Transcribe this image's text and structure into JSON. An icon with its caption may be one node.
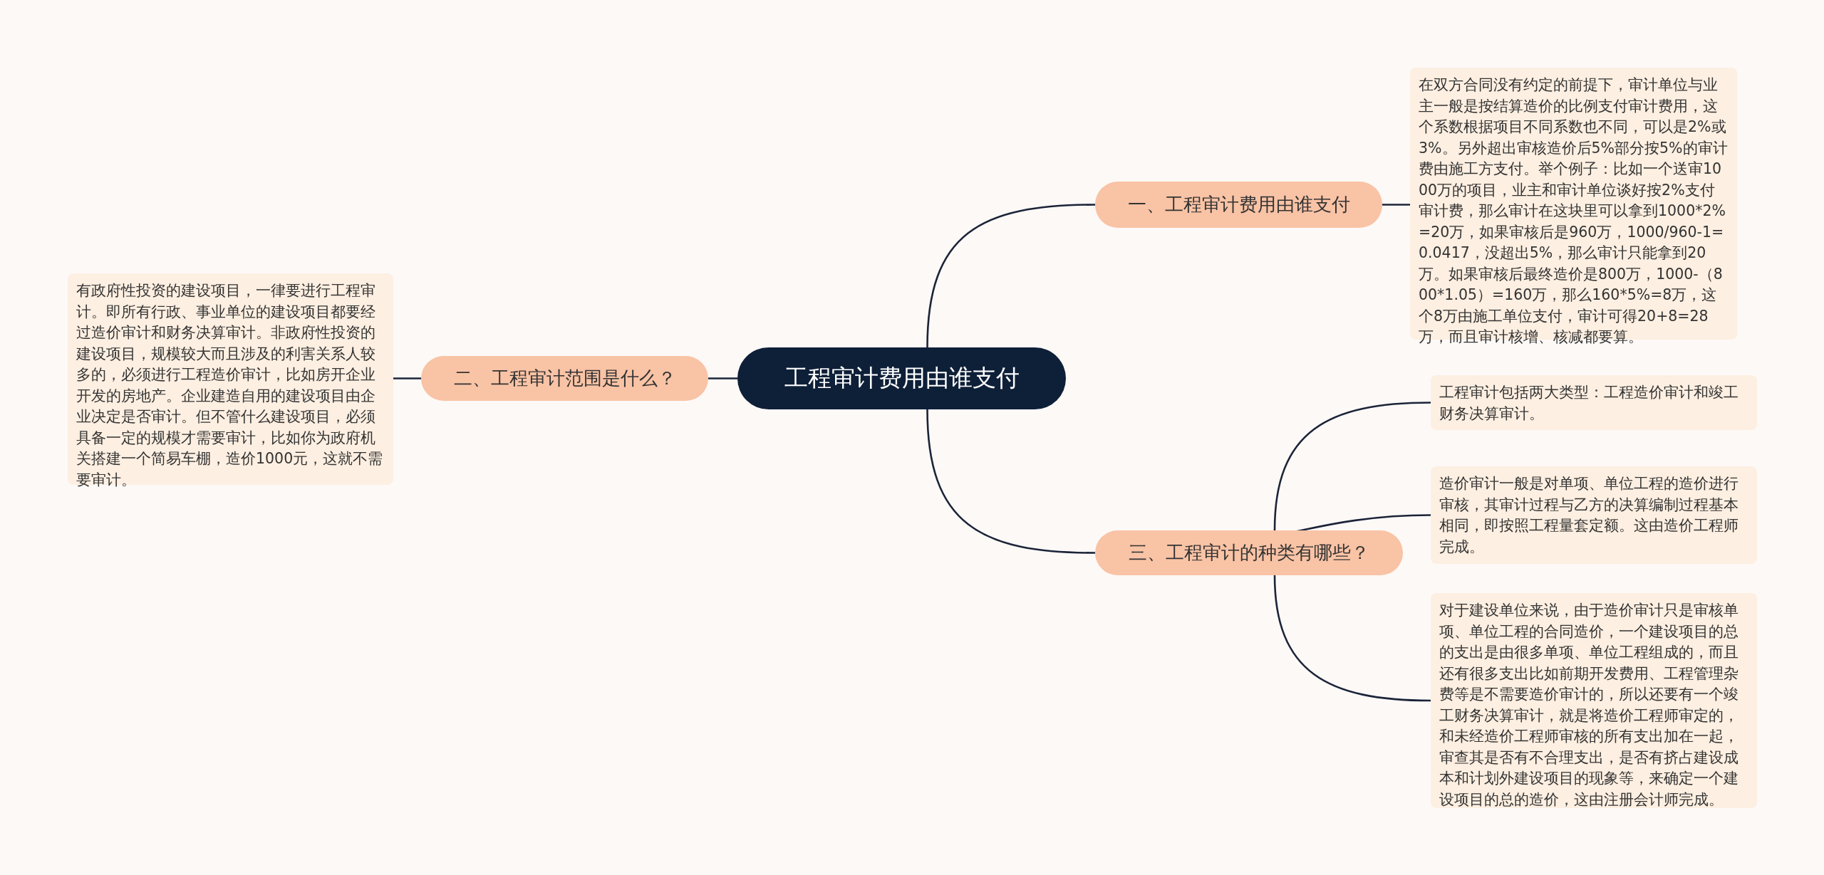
{
  "diagram": {
    "nodes": [
      {
        "text": [
          "工程审计费用由谁支付"
        ]
      },
      {
        "text": [
          "一、工程审计费用由谁支付"
        ]
      },
      {
        "text": [
          "在双方合同没有约定的前提下，审计单位与业主一般是按结算造价的比例支付审计费用，这个系数根据项目不同系数也不同，可以是2%或3%。另外超出审核造价后5%部分按5%的审计费由施工方支付。举个例子：比如一个送审1000万的项目，业主和审计单位谈好按2%支付审计费，那么审计在这块里可以拿到1000*2%=20万，如果审核后是960万，1000/960-1=0.0417，没超出5%，那么审计只能拿到20万。如果审核后最终造价是800万，1000-（800*1.05）=160万，那么160*5%=8万，这个8万由施工单位支付，审计可得20+8=28万，而且审计核增、核减都要算。"
        ]
      },
      {
        "text": [
          "二、工程审计范围是什么？"
        ]
      },
      {
        "text": [
          "有政府性投资的建设项目，一律要进行工程审计。即所有行政、事业单位的建设项目都要经过造价审计和财务决算审计。非政府性投资的建设项目，规模较大而且涉及的利害关系人较多的，必须进行工程造价审计，比如房开企业开发的房地产。企业建造自用的建设项目由企业决定是否审计。但不管什么建设项目，必须具备一定的规模才需要审计，比如你为政府机关搭建一个简易车棚，造价1000元，这就不需要审计。"
        ]
      },
      {
        "text": [
          "三、工程审计的种类有哪些？"
        ]
      },
      {
        "text": [
          "工程审计包括两大类型：工程造价审计和竣工财务决算审计。"
        ]
      },
      {
        "text": [
          "造价审计一般是对单项、单位工程的造价进行审核，其审计过程与乙方的决算编制过程基本相同，即按照工程量套定额。这由造价工程师完成。"
        ]
      },
      {
        "text": [
          "对于建设单位来说，由于造价审计只是审核单项、单位工程的合同造价，一个建设项目的总的支出是由很多单项、单位工程组成的，而且还有很多支出比如前期开发费用、工程管理杂费等是不需要造价审计的，所以还要有一个竣工财务决算审计，就是将造价工程师审定的，和未经造价工程师审核的所有支出加在一起，审查其是否有不合理支出，是否有挤占建设成本和计划外建设项目的现象等，来确定一个建设项目的总的造价，这由注册会计师完成。"
        ]
      }
    ],
    "edges": [
      {
        "from": 0,
        "to": 1,
        "arrow": "none"
      },
      {
        "from": 1,
        "to": 2,
        "arrow": "none"
      },
      {
        "from": 0,
        "to": 3,
        "arrow": "none"
      },
      {
        "from": 3,
        "to": 4,
        "arrow": "none"
      },
      {
        "from": 0,
        "to": 5,
        "arrow": "none"
      },
      {
        "from": 5,
        "to": 6,
        "arrow": "none"
      },
      {
        "from": 5,
        "to": 7,
        "arrow": "none"
      },
      {
        "from": 5,
        "to": 8,
        "arrow": "none"
      }
    ]
  }
}
